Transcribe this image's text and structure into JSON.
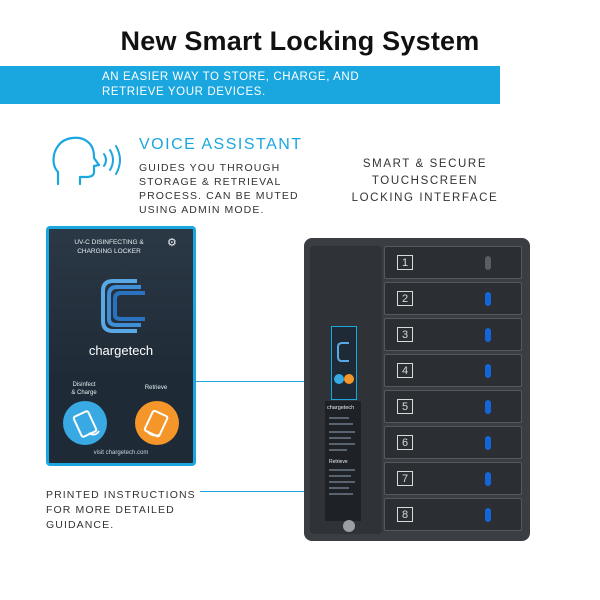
{
  "title": "New Smart Locking System",
  "banner": {
    "line1": "AN EASIER WAY TO STORE, CHARGE, AND",
    "line2": "RETRIEVE YOUR DEVICES."
  },
  "voice": {
    "icon": "voice-assistant-icon",
    "title": "VOICE ASSISTANT",
    "desc": [
      "GUIDES YOU THROUGH",
      "STORAGE & RETRIEVAL",
      "PROCESS. CAN BE MUTED",
      "USING ADMIN MODE."
    ]
  },
  "smart": [
    "SMART & SECURE",
    "TOUCHSCREEN",
    "LOCKING INTERFACE"
  ],
  "screen": {
    "header_line1": "UV-C DISINFECTING &",
    "header_line2": "CHARGING LOCKER",
    "gear_icon": "gear-icon",
    "brand": "chargetech",
    "option_disinfect_line1": "Disinfect",
    "option_disinfect_line2": "& Charge",
    "option_retrieve": "Retrieve",
    "url": "visit chargetech.com",
    "colors": {
      "accent": "#1aa7e0",
      "disinfect": "#39a9e3",
      "retrieve": "#f5962a"
    }
  },
  "printed": [
    "PRINTED INSTRUCTIONS",
    "FOR MORE DETAILED",
    "GUIDANCE."
  ],
  "locker": {
    "mini_brand": "chargetech",
    "mini_retrieve": "Retrieve",
    "doors": [
      "1",
      "2",
      "3",
      "4",
      "5",
      "6",
      "7",
      "8"
    ]
  }
}
